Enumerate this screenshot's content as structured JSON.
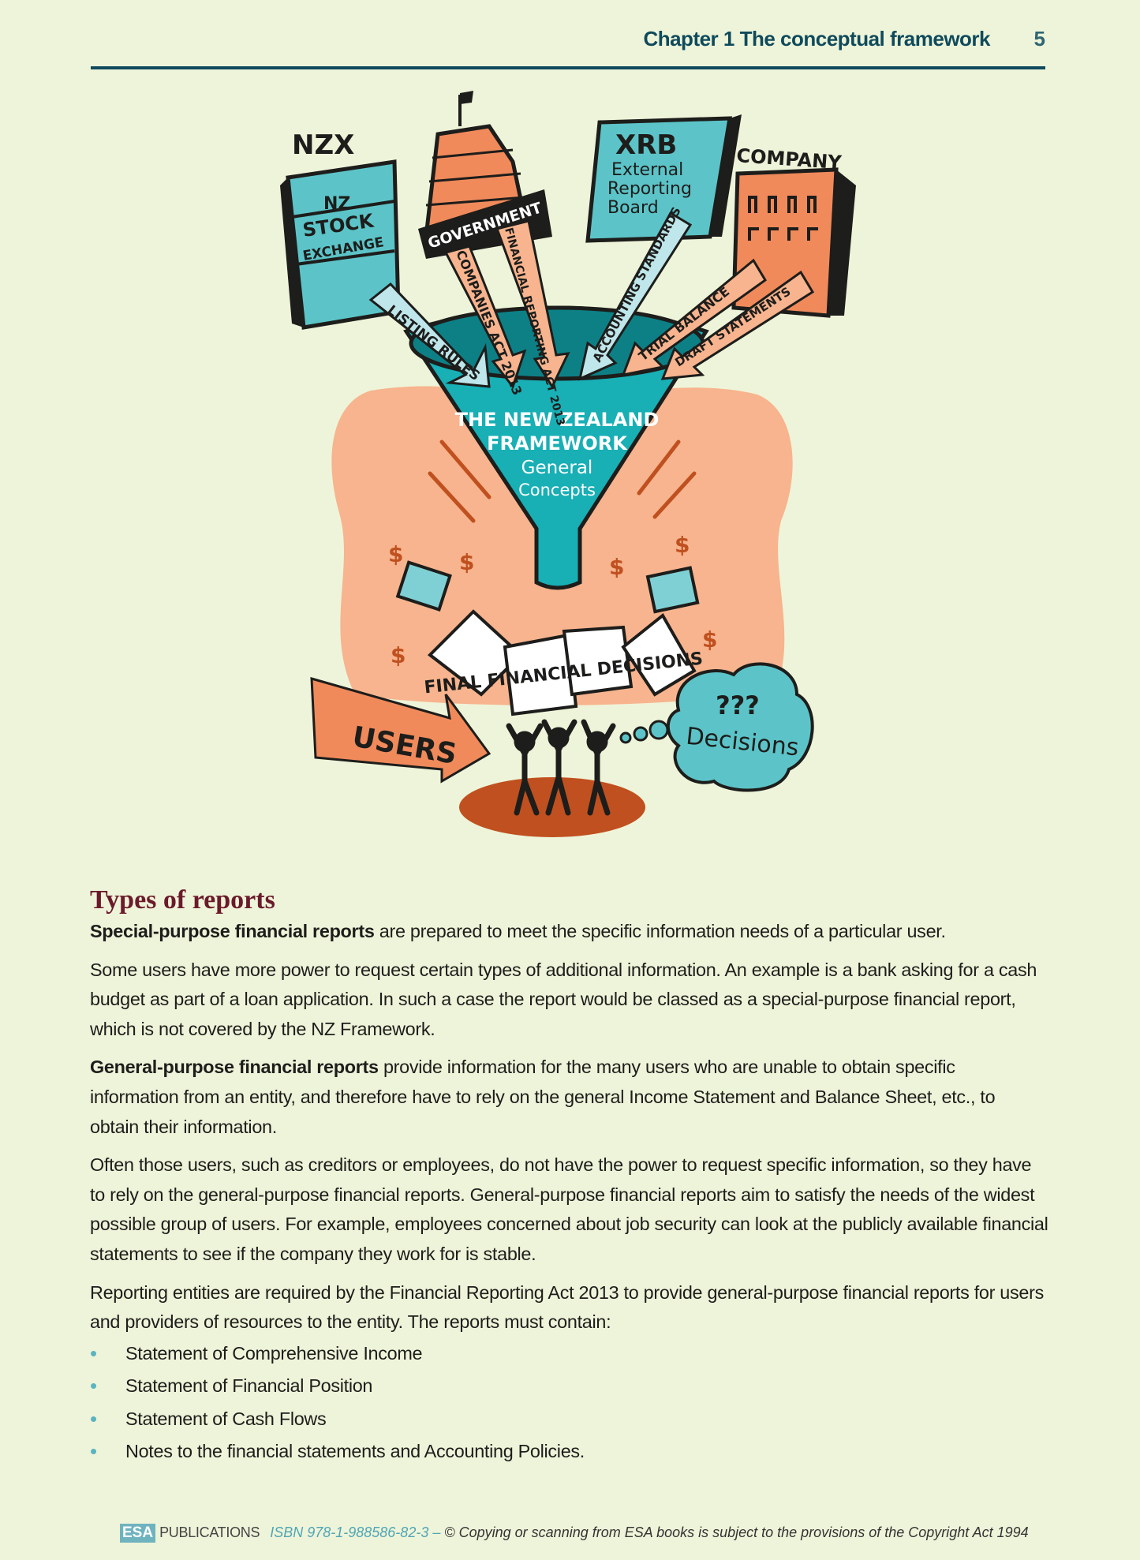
{
  "header": {
    "chapter": "Chapter 1 The conceptual framework",
    "page_number": "5"
  },
  "illustration": {
    "nzx": "NZX",
    "nz": "NZ",
    "stock": "STOCK",
    "exchange": "EXCHANGE",
    "government": "GOVERNMENT",
    "xrb": "XRB",
    "xrb_line1": "External",
    "xrb_line2": "Reporting",
    "xrb_line3": "Board",
    "company": "COMPANY",
    "listing_rules": "LISTING RULES",
    "companies_act": "COMPANIES ACT 2013",
    "financial_reporting_act": "FINANCIAL REPORTING ACT 2013",
    "accounting_standards": "ACCOUNTING STANDARDS",
    "trial_balance": "TRIAL BALANCE",
    "draft_statements": "DRAFT STATEMENTS",
    "funnel_line1": "THE NEW ZEALAND",
    "funnel_line2": "FRAMEWORK",
    "funnel_line3": "General",
    "funnel_line4": "Concepts",
    "papers": "FINAL FINANCIAL DECISIONS",
    "users": "USERS",
    "cloud_marks": "???",
    "cloud": "Decisions",
    "dollar": "$",
    "colors": {
      "teal": "#4fc0c4",
      "orange": "#f08a5b",
      "peach": "#f7b48e",
      "rust": "#c0501f",
      "ink": "#1d1d1b"
    }
  },
  "section": {
    "title": "Types of reports",
    "p1_bold": "Special-purpose financial reports",
    "p1_rest": " are prepared to meet the specific information needs of a particular user.",
    "p2": "Some users have more power to request certain types of additional information. An example is a bank asking for a cash budget as part of a loan application. In such a case the report would be classed as a special-purpose financial report, which is not covered by the NZ Framework.",
    "p3_bold": "General-purpose financial reports",
    "p3_rest": " provide information for the many users who are unable to obtain specific information from an entity, and therefore have to rely on the general Income Statement and Balance Sheet, etc., to obtain their information.",
    "p4": "Often those users, such as creditors or employees, do not have the power to request specific information, so they have to rely on the general-purpose financial reports. General-purpose financial reports aim to satisfy the needs of the widest possible group of users. For example, employees concerned about job security can look at the publicly available financial statements to see if the company they work for is stable.",
    "p5": "Reporting entities are required by the Financial Reporting Act 2013 to provide general-purpose financial reports for users and providers of resources to the entity. The reports must contain:",
    "bullets": [
      "Statement of Comprehensive Income",
      "Statement of Financial Position",
      "Statement of Cash Flows",
      "Notes to the financial statements and Accounting Policies."
    ],
    "bullet_char": "•"
  },
  "footer": {
    "logo": "ESA",
    "publisher": "PUBLICATIONS",
    "isbn": "ISBN 978-1-988586-82-3 –",
    "copyright": " © Copying or scanning from ESA books is subject to the provisions of the Copyright Act 1994"
  }
}
